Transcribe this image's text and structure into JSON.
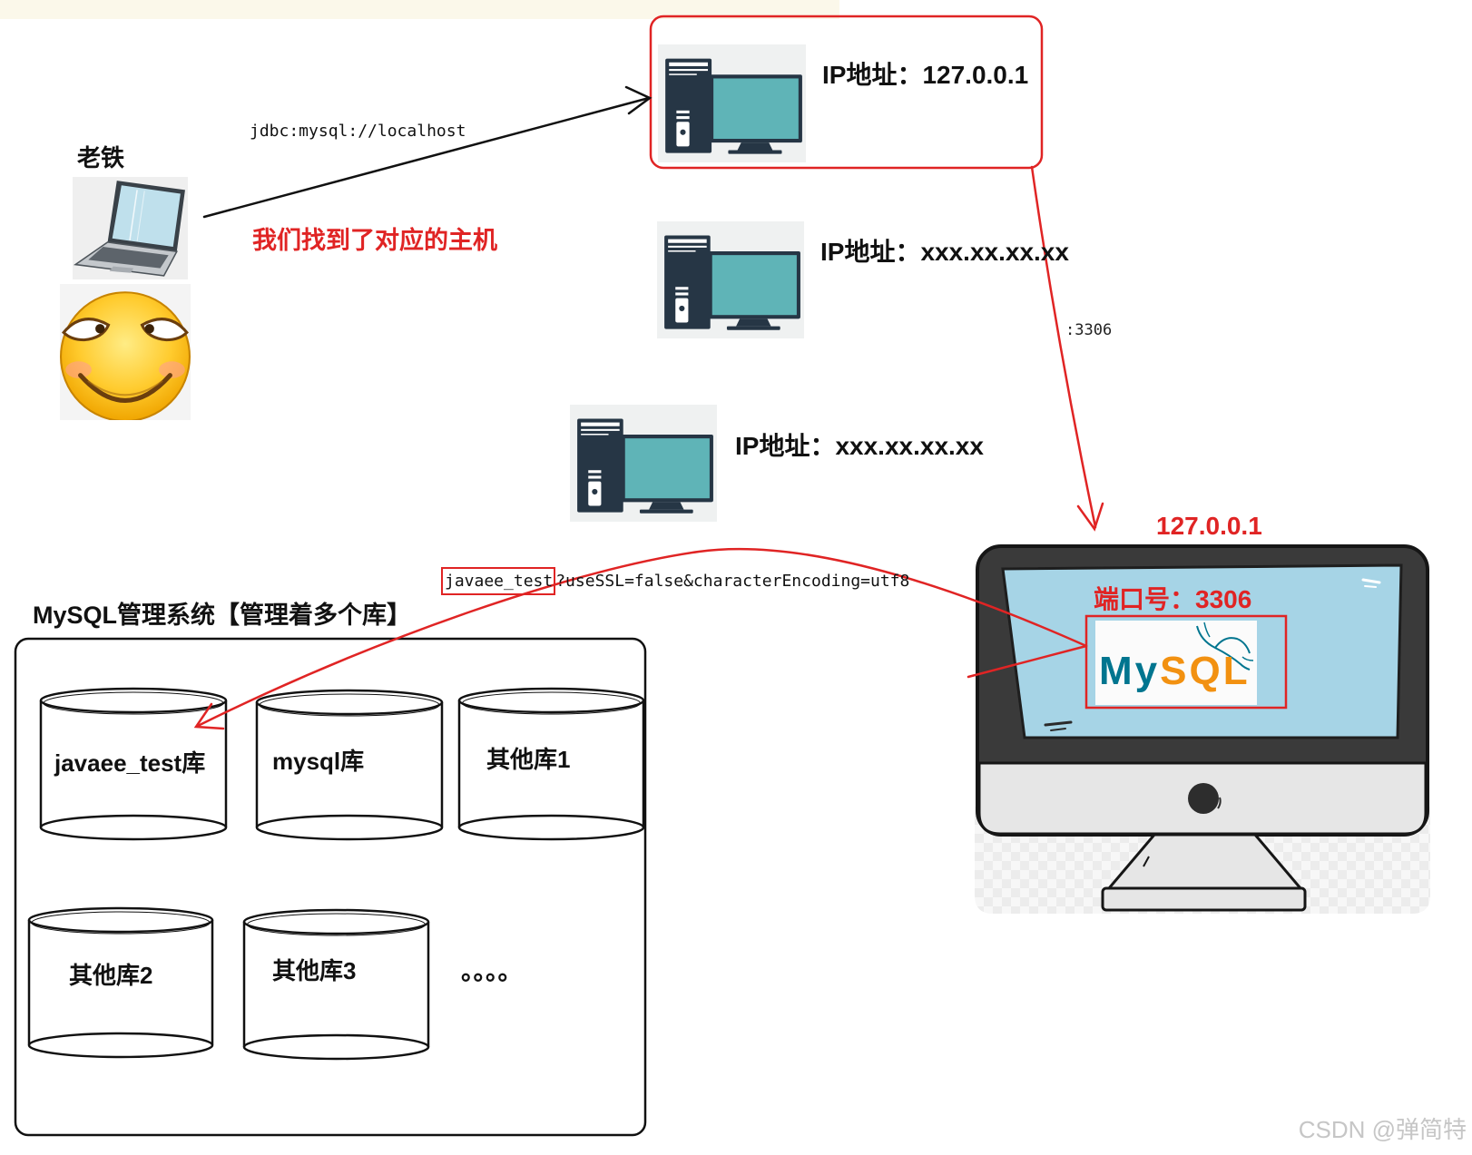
{
  "top_server": {
    "ip_label": "IP地址：127.0.0.1",
    "icon": "desktop-computer-icon"
  },
  "servers": [
    {
      "ip_label": "IP地址：xxx.xx.xx.xx",
      "icon": "desktop-computer-icon"
    },
    {
      "ip_label": "IP地址：xxx.xx.xx.xx",
      "icon": "desktop-computer-icon"
    }
  ],
  "client": {
    "name": "老铁",
    "connection_string": "jdbc:mysql://localhost",
    "found_host_note": "我们找到了对应的主机",
    "icons": [
      "laptop-icon",
      "grinning-emoji-icon"
    ]
  },
  "port_link": {
    "label": ":3306"
  },
  "target_host": {
    "ip": "127.0.0.1",
    "port_label": "端口号：3306",
    "icon": "monitor-icon",
    "logo": {
      "part1": "My",
      "part2": "SQL"
    }
  },
  "jdbc_url": {
    "database": "javaee_test",
    "params": "?useSSL=false&characterEncoding=utf8"
  },
  "mysql_system": {
    "title": "MySQL管理系统【管理着多个库】",
    "databases": [
      "javaee_test库",
      "mysql库",
      "其他库1",
      "其他库2",
      "其他库3"
    ],
    "more": "。。。。",
    "icon": "database-cylinder-icon"
  },
  "watermark": "CSDN @弹简特",
  "colors": {
    "annotation_red": "#e02424",
    "screen_teal": "#5fb4b7",
    "mysql_blue": "#00758f",
    "mysql_orange": "#f29111"
  }
}
